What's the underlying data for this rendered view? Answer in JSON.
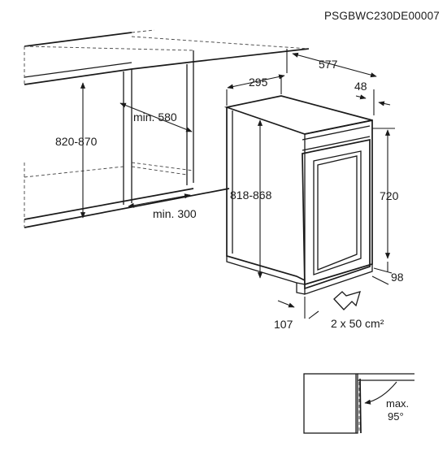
{
  "diagram": {
    "reference_code": "PSGBWC230DE00007",
    "dimensions": {
      "niche_height": "820-870",
      "niche_depth_min": "min. 580",
      "niche_width_min": "min. 300",
      "adjust_height": "818-868",
      "appliance_width": "295",
      "appliance_depth": "577",
      "door_offset": "48",
      "door_height": "720",
      "plinth_height": "98",
      "plinth_depth": "107",
      "ventilation": "2 x 50 cm²"
    },
    "door_angle": {
      "line1": "max.",
      "line2": "95°"
    }
  }
}
